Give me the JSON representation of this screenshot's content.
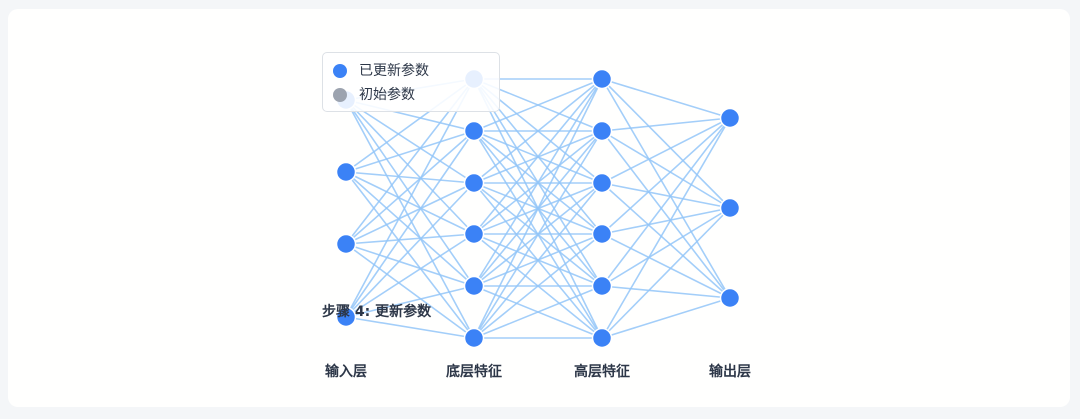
{
  "diagram": {
    "step_label": "步骤 4: 更新参数",
    "colors": {
      "updated": "#3b82f6",
      "initial": "#9ca3af",
      "edge": "#93c5f8"
    },
    "legend": [
      {
        "label": "已更新参数",
        "color": "#3b82f6"
      },
      {
        "label": "初始参数",
        "color": "#9ca3af"
      }
    ],
    "layers": [
      {
        "label": "输入层",
        "nodes": 4
      },
      {
        "label": "底层特征",
        "nodes": 6
      },
      {
        "label": "高层特征",
        "nodes": 6
      },
      {
        "label": "输出层",
        "nodes": 3
      }
    ]
  }
}
